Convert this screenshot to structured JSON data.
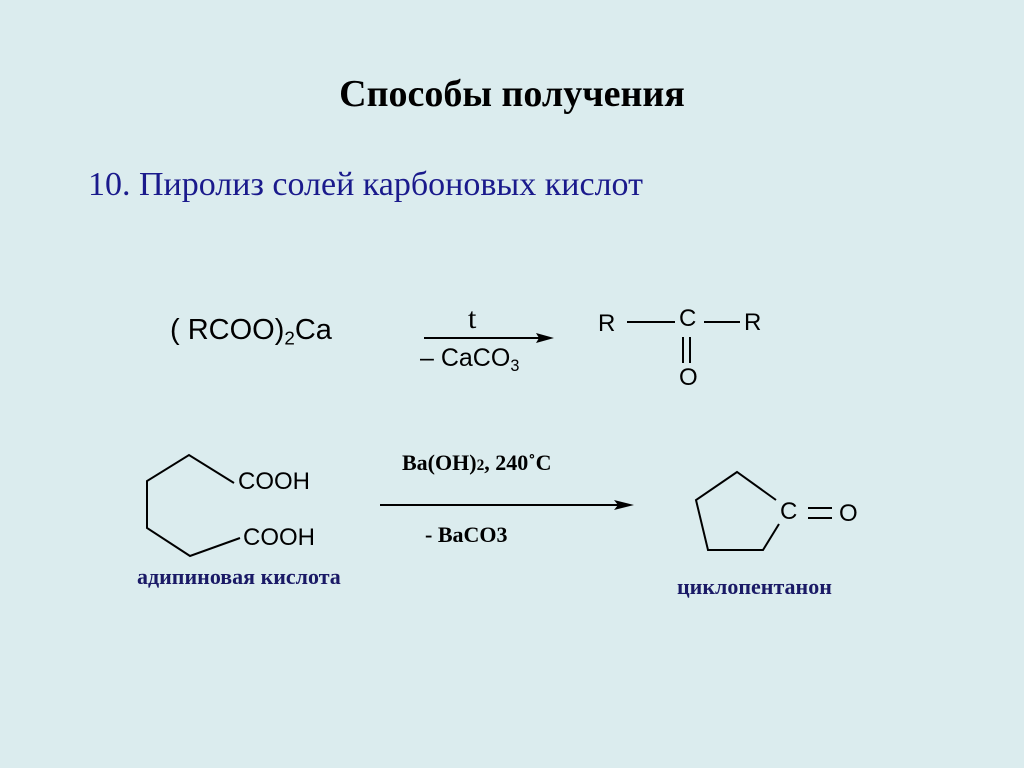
{
  "slide": {
    "title": "Способы получения",
    "subtitle": "10. Пиролиз солей карбоновых кислот"
  },
  "reaction1": {
    "reactant_main": "( RCOO)",
    "reactant_sub": "2",
    "reactant_tail": "Ca",
    "condition_top": "t",
    "condition_bottom_prefix": "–  CaCO",
    "condition_bottom_sub": "3",
    "product": {
      "left": "R",
      "center": "C",
      "right": "R",
      "bottom": "O"
    }
  },
  "reaction2": {
    "reactant_group1": "COOH",
    "reactant_group2": "COOH",
    "reactant_name": "адипиновая кислота",
    "condition_top_prefix": "Ba(OH)",
    "condition_top_sub": "2",
    "condition_top_suffix": ", 240˚C",
    "condition_bottom": "-  BaCO3",
    "product_atom_c": "C",
    "product_atom_o": "O",
    "product_name": "циклопентанон"
  }
}
